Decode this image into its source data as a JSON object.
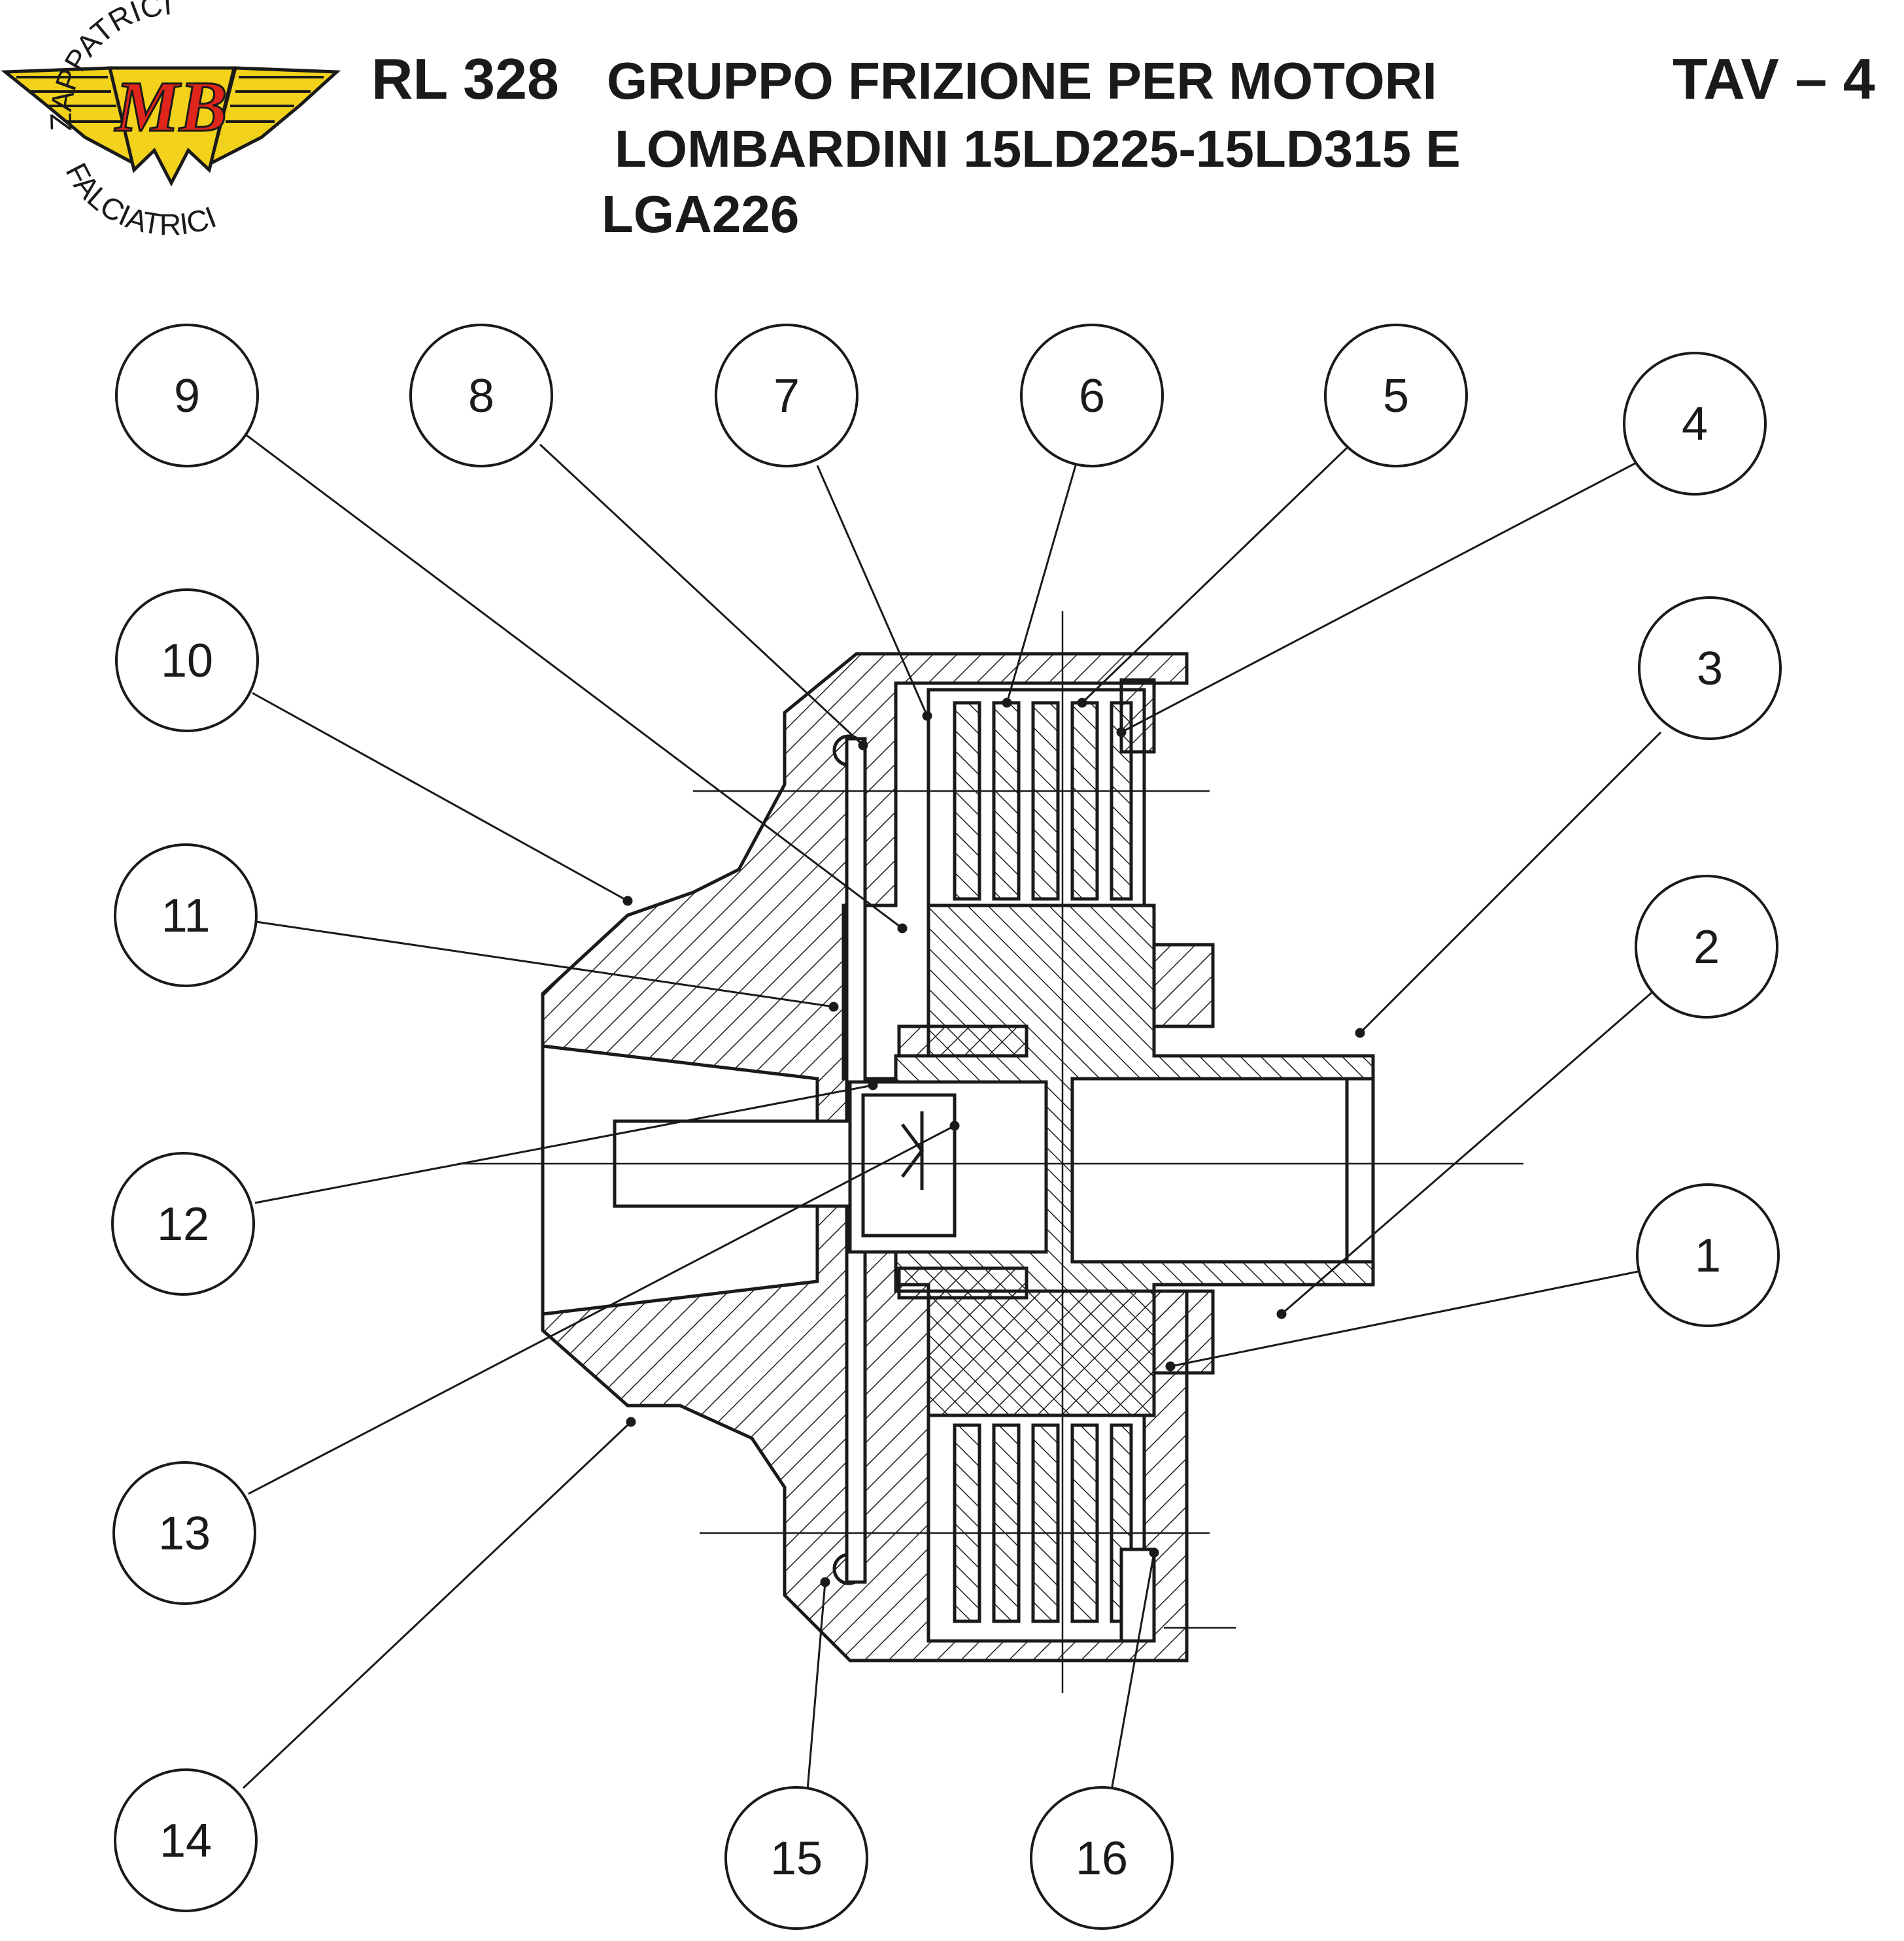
{
  "header": {
    "code": "RL 328",
    "title_lines": [
      "GRUPPO FRIZIONE PER MOTORI",
      "LOMBARDINI 15LD225-15LD315 E",
      "LGA226"
    ],
    "sheet": "TAV – 4"
  },
  "logo": {
    "monogram": "MB",
    "top_text": "ZAPPATRICI",
    "bottom_text": "FALCIATRICI",
    "colors": {
      "wing": "#f2d21a",
      "monogram": "#e0251b",
      "outline": "#1a1a1a"
    }
  },
  "callouts": [
    {
      "id": "9"
    },
    {
      "id": "8"
    },
    {
      "id": "7"
    },
    {
      "id": "6"
    },
    {
      "id": "5"
    },
    {
      "id": "4"
    },
    {
      "id": "10"
    },
    {
      "id": "3"
    },
    {
      "id": "11"
    },
    {
      "id": "2"
    },
    {
      "id": "12"
    },
    {
      "id": "1"
    },
    {
      "id": "13"
    },
    {
      "id": "14"
    },
    {
      "id": "15"
    },
    {
      "id": "16"
    }
  ],
  "colors": {
    "ink": "#1a1a1a",
    "paper": "#ffffff"
  }
}
